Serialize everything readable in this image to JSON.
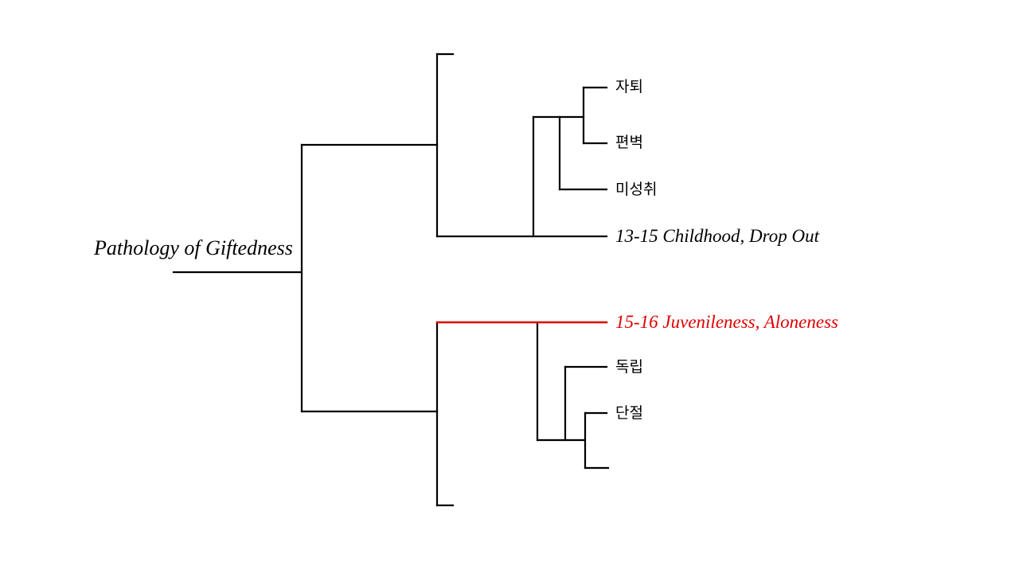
{
  "root_label": "Pathology of Giftedness",
  "nodes": {
    "jatoe": "자퇴",
    "pyeonbyeok": "편벽",
    "miseongchwi": "미성취",
    "childhood": "13-15 Childhood, Drop Out",
    "juvenileness": "15-16 Juvenileness, Aloneness",
    "dongnip": "독립",
    "danjeol": "단절"
  },
  "colors": {
    "line": "#000000",
    "highlight": "#e00000"
  }
}
